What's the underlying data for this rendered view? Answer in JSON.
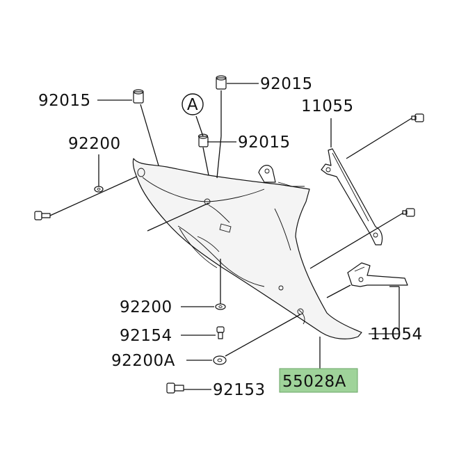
{
  "labels": {
    "l92015_a": "92015",
    "l92015_b": "92015",
    "l92015_c": "92015",
    "l11055": "11055",
    "l92200_a": "92200",
    "l92200_b": "92200",
    "l92154": "92154",
    "l92200A": "92200A",
    "l92153": "92153",
    "l11054": "11054",
    "l55028A": "55028A",
    "callout_A": "A"
  },
  "colors": {
    "highlight": "#9fd39a",
    "ink": "#111111"
  },
  "icons": [
    "bolt-icon",
    "collar-icon",
    "washer-icon",
    "bracket-icon",
    "cowl-panel-icon"
  ]
}
